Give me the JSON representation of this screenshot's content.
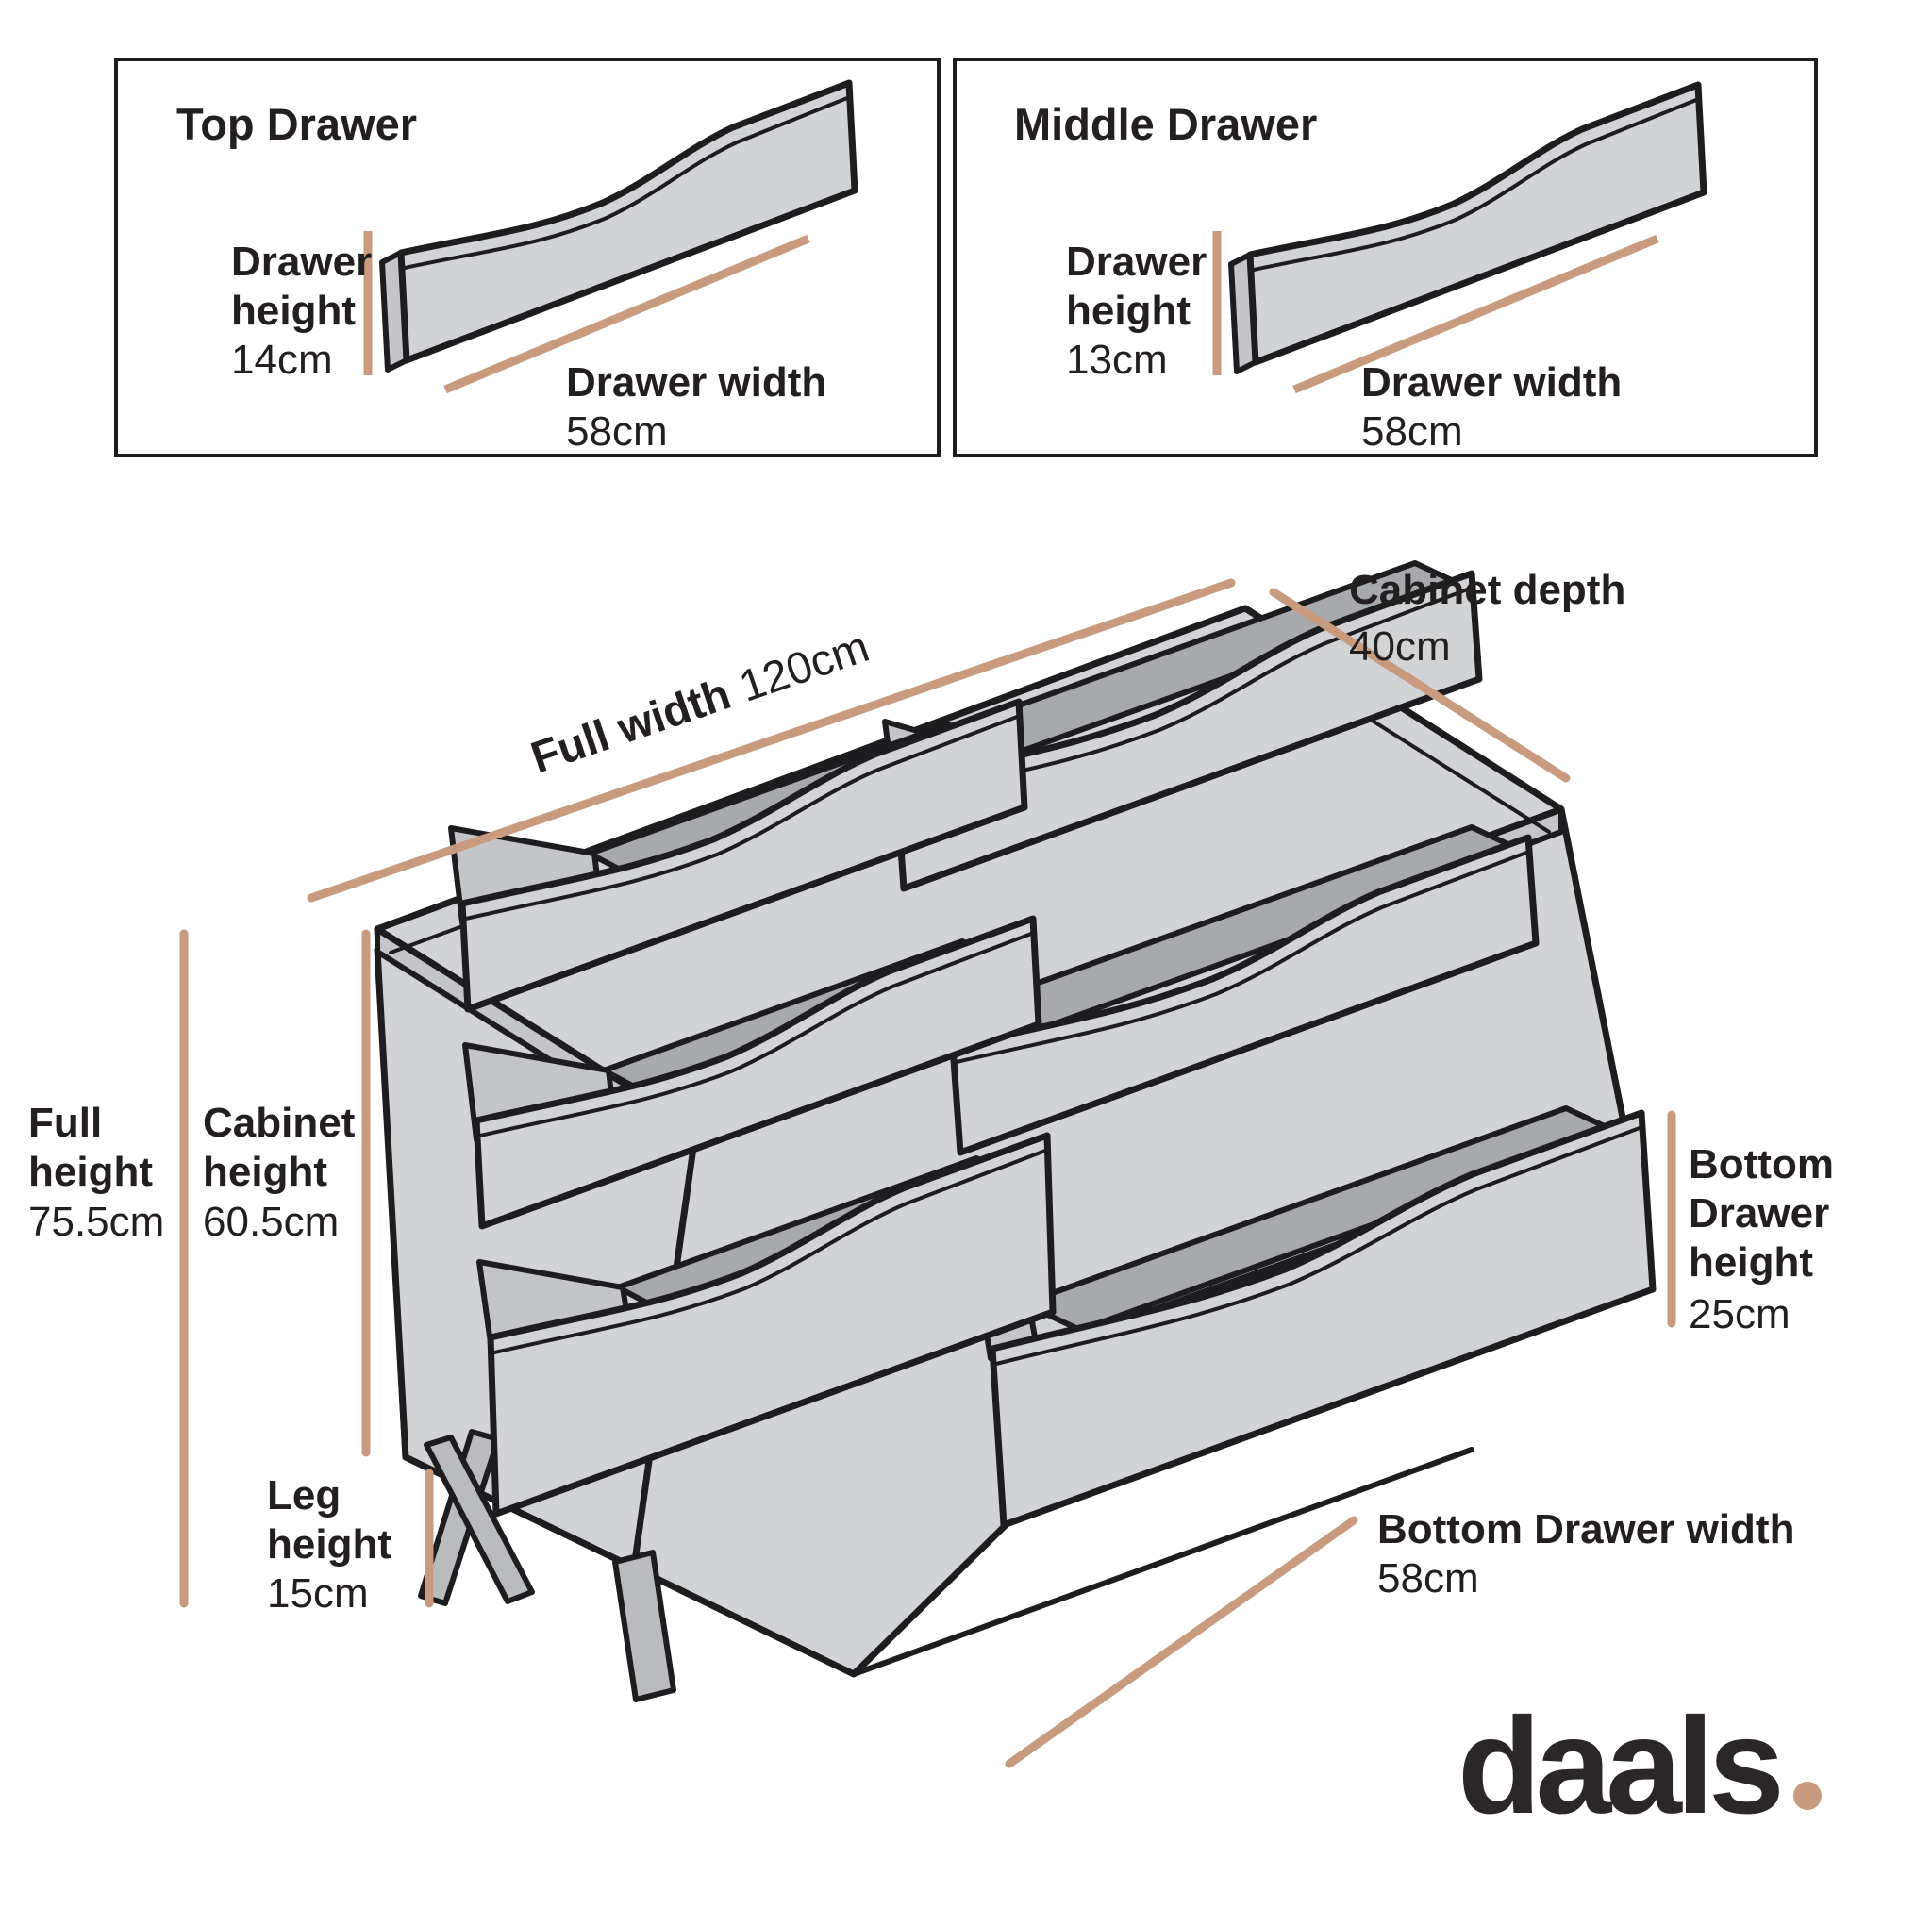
{
  "boxes": {
    "top_drawer": {
      "title": "Top Drawer",
      "height_label1": "Drawer",
      "height_label2": "height",
      "height_value": "14cm",
      "width_label": "Drawer width",
      "width_value": "58cm"
    },
    "middle_drawer": {
      "title": "Middle Drawer",
      "height_label1": "Drawer",
      "height_label2": "height",
      "height_value": "13cm",
      "width_label": "Drawer width",
      "width_value": "58cm"
    }
  },
  "cabinet": {
    "full_width_label": "Full width",
    "full_width_value": "120cm",
    "cabinet_depth_label": "Cabinet depth",
    "cabinet_depth_value": "40cm",
    "full_height_label1": "Full",
    "full_height_label2": "height",
    "full_height_value": "75.5cm",
    "cabinet_height_label1": "Cabinet",
    "cabinet_height_label2": "height",
    "cabinet_height_value": "60.5cm",
    "leg_height_label1": "Leg",
    "leg_height_label2": "height",
    "leg_height_value": "15cm",
    "bottom_drawer_height_label1": "Bottom",
    "bottom_drawer_height_label2": "Drawer",
    "bottom_drawer_height_label3": "height",
    "bottom_drawer_height_value": "25cm",
    "bottom_drawer_width_label": "Bottom Drawer width",
    "bottom_drawer_width_value": "58cm"
  },
  "logo": {
    "text": "daals"
  },
  "colors": {
    "dimension_line": "#c89b7e",
    "outline": "#1d1d1f",
    "panel_light": "#d2d3d5",
    "panel_mid": "#c4c5c8",
    "interior_dark": "#a7a9ac",
    "leg_gray": "#b9bbbe",
    "text": "#231f20",
    "logo_dot": "#c89b7e"
  }
}
